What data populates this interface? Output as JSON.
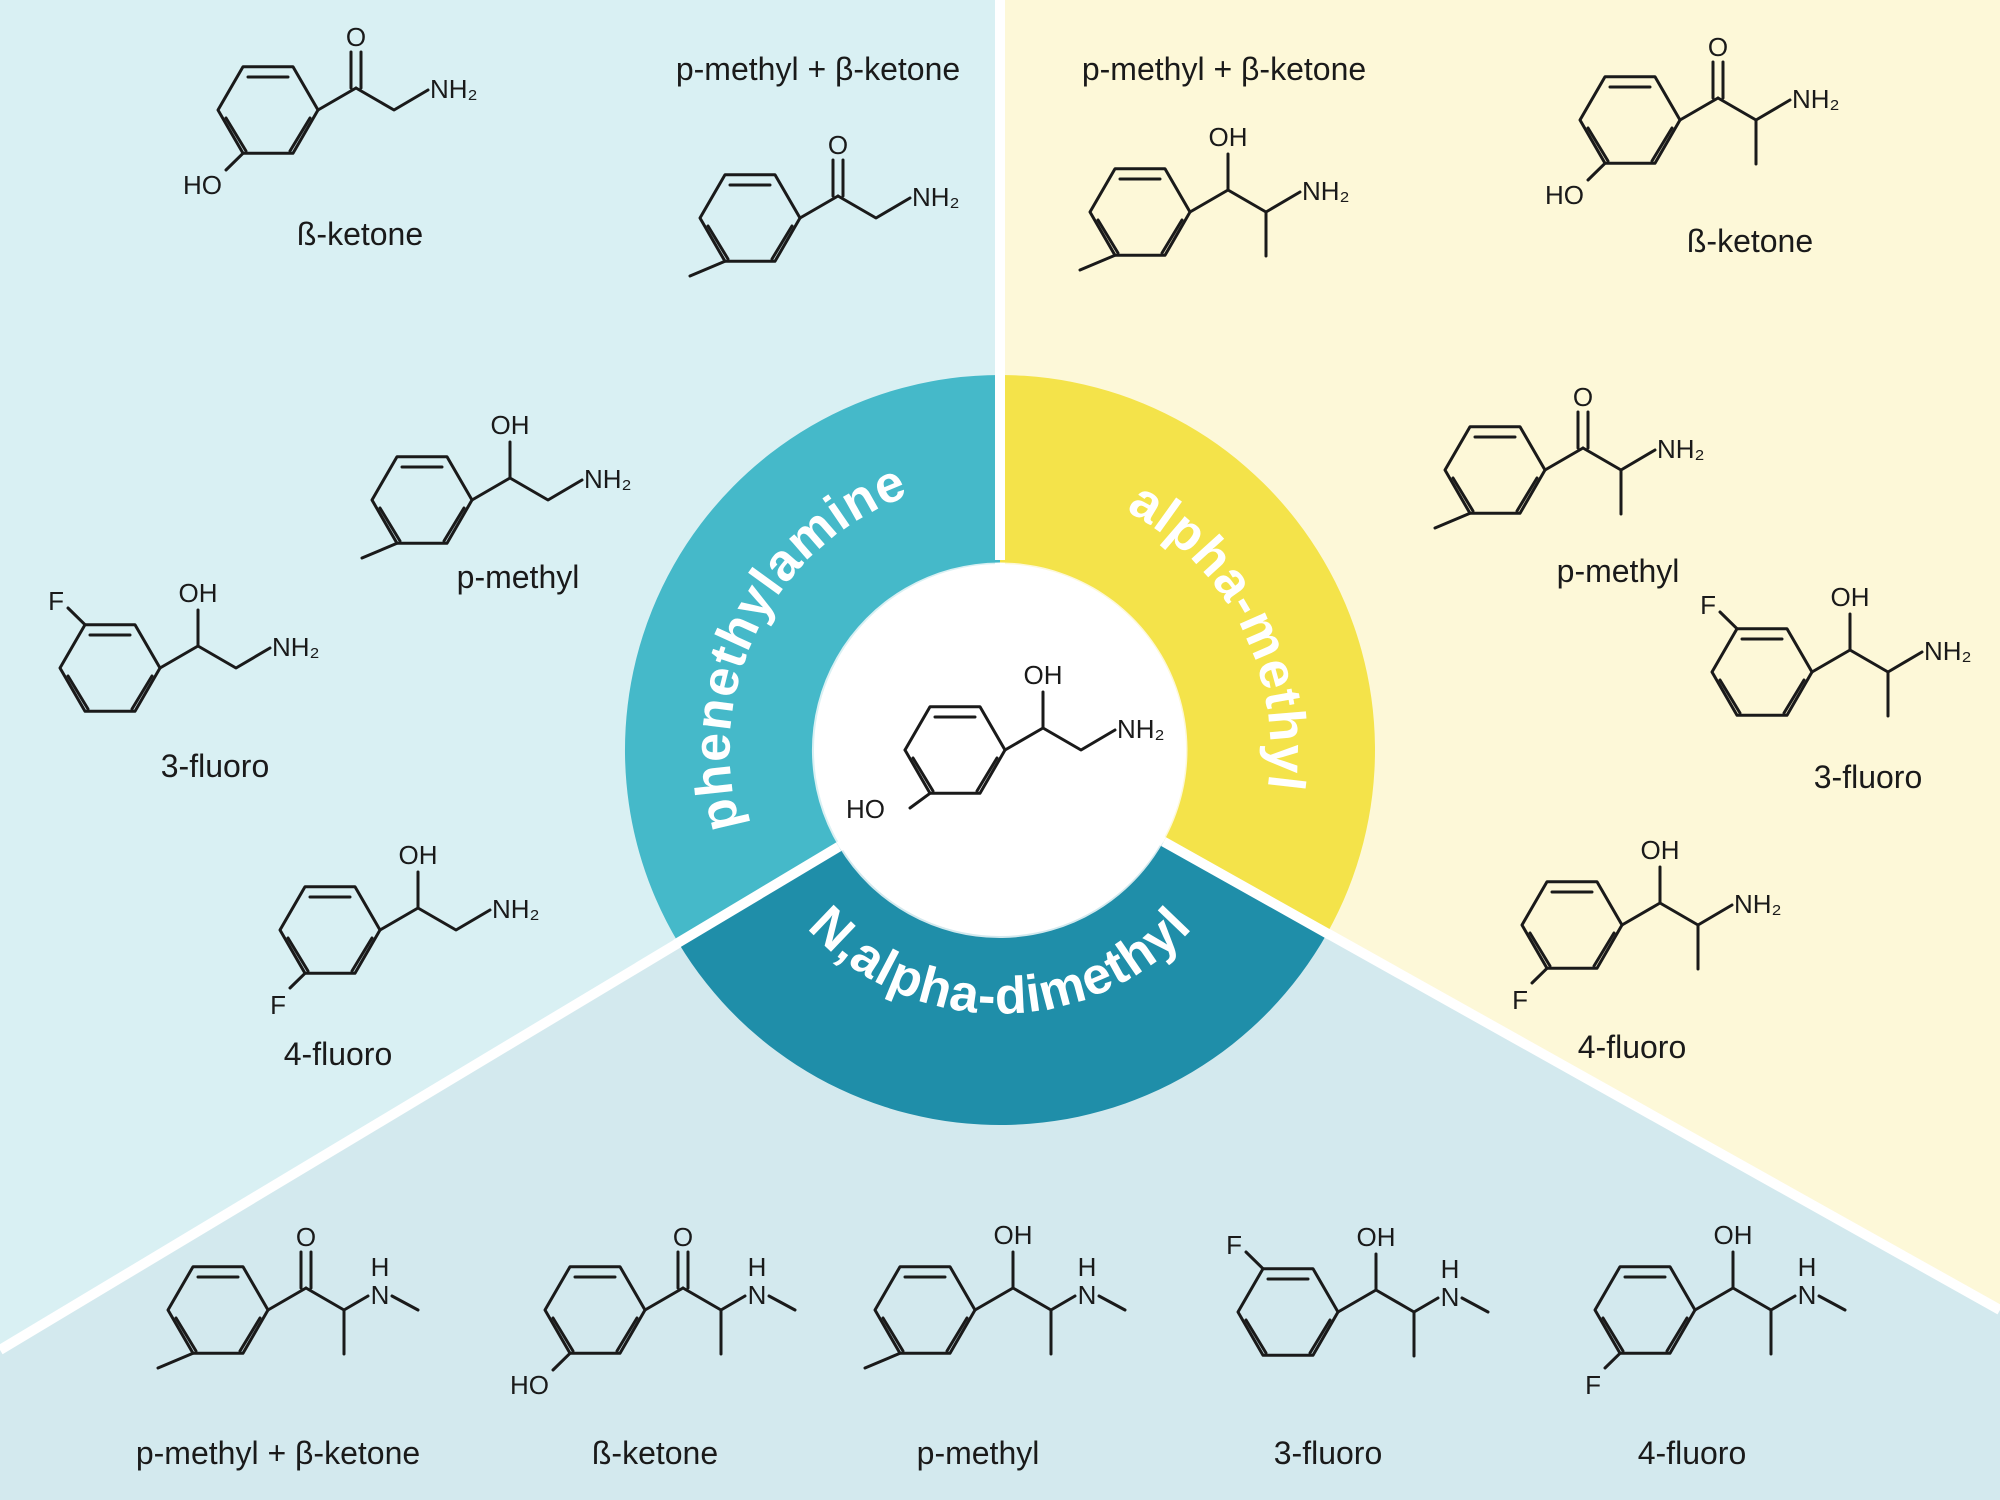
{
  "colors": {
    "left_bg": "#d9f0f3",
    "right_bg": "#fdf8d8",
    "bottom_bg": "#d3e9ee",
    "phenethylamine": "#45b9c9",
    "alpha_methyl": "#f4e34a",
    "n_alpha_dimethyl": "#1f8ea9",
    "divider": "#ffffff"
  },
  "sections": {
    "phenethylamine": "phenethylamine",
    "alpha_methyl": "alpha-methyl",
    "n_alpha_dimethyl": "N,alpha-dimethyl"
  },
  "atoms": {
    "O": "O",
    "OH": "OH",
    "HO": "HO",
    "NH2": "NH₂",
    "NH": "N",
    "H": "H",
    "F": "F"
  },
  "left": {
    "c1": "ß-ketone",
    "c2": "p-methyl + β-ketone",
    "c3": "p-methyl",
    "c4": "3-fluoro",
    "c5": "4-fluoro"
  },
  "right": {
    "c1": "p-methyl + β-ketone",
    "c2": "ß-ketone",
    "c3": "p-methyl",
    "c4": "3-fluoro",
    "c5": "4-fluoro"
  },
  "bottom": {
    "c1": "p-methyl + β-ketone",
    "c2": "ß-ketone",
    "c3": "p-methyl",
    "c4": "3-fluoro",
    "c5": "4-fluoro"
  }
}
